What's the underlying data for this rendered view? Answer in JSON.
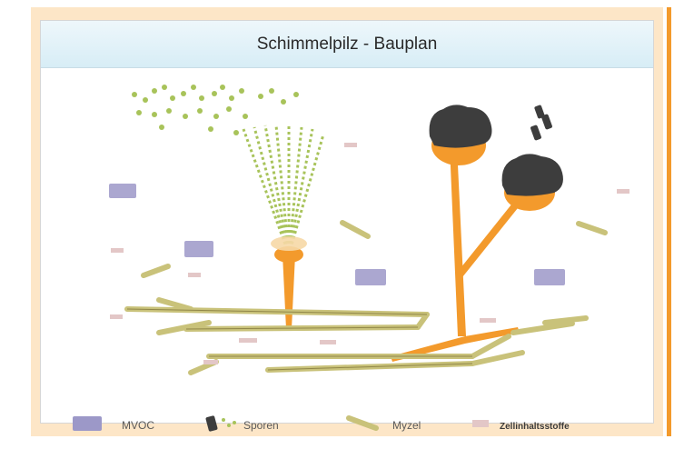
{
  "title": "Schimmelpilz - Bauplan",
  "legend": {
    "mvoc": "MVOC",
    "sporen": "Sporen",
    "myzel": "Myzel",
    "zellinhaltsstoffe": "Zellinhaltsstoffe"
  },
  "colors": {
    "frame": "#fde6c7",
    "accent": "#f39a2c",
    "mvoc": "#9c98c8",
    "hyphae": "#c9c27a",
    "spores_green": "#a8c35a",
    "spores_dark": "#3d3d3d",
    "cell_contents": "#e3c7c7"
  }
}
